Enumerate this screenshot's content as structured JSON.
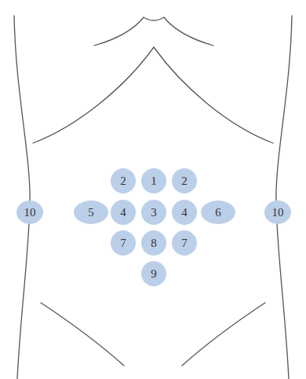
{
  "diagram": {
    "nodes": [
      {
        "text": [
          "2"
        ]
      },
      {
        "text": [
          "1"
        ]
      },
      {
        "text": [
          "2"
        ]
      },
      {
        "text": [
          "10"
        ]
      },
      {
        "text": [
          "5"
        ]
      },
      {
        "text": [
          "4"
        ]
      },
      {
        "text": [
          "3"
        ]
      },
      {
        "text": [
          "4"
        ]
      },
      {
        "text": [
          "6"
        ]
      },
      {
        "text": [
          "10"
        ]
      },
      {
        "text": [
          "7"
        ]
      },
      {
        "text": [
          "8"
        ]
      },
      {
        "text": [
          "7"
        ]
      },
      {
        "text": [
          "9"
        ]
      }
    ]
  }
}
